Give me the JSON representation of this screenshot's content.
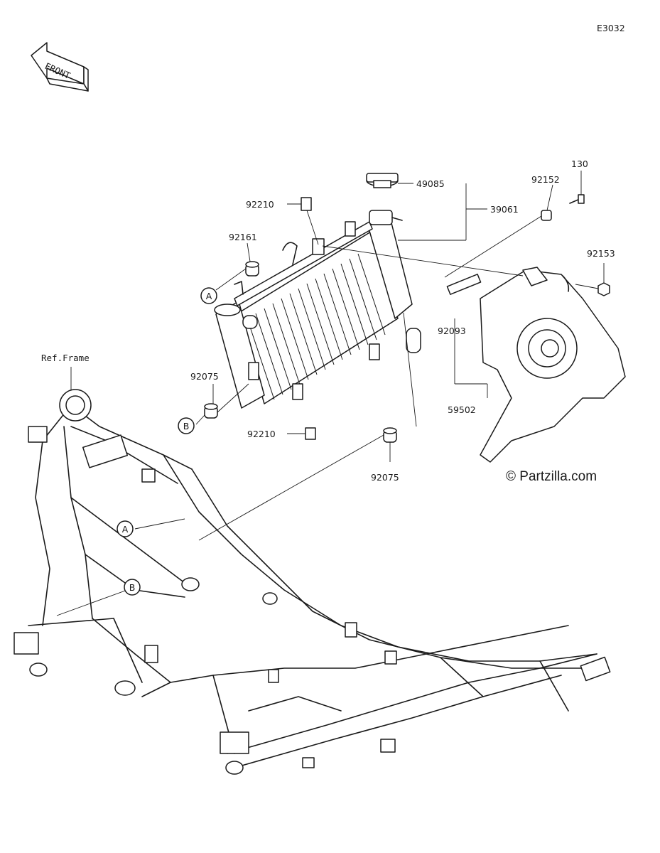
{
  "diagram_code": "E3032",
  "front_label": "FRONT",
  "ref_frame_label": "Ref.Frame",
  "copyright": "© Partzilla.com",
  "callouts": {
    "a": "A",
    "b": "B"
  },
  "parts": {
    "p130": "130",
    "p92152": "92152",
    "p49085": "49085",
    "p39061": "39061",
    "p92210_top": "92210",
    "p92161": "92161",
    "p92153": "92153",
    "p92093": "92093",
    "p92075_left": "92075",
    "p59502": "59502",
    "p92210_bottom": "92210",
    "p92075_bottom": "92075"
  }
}
